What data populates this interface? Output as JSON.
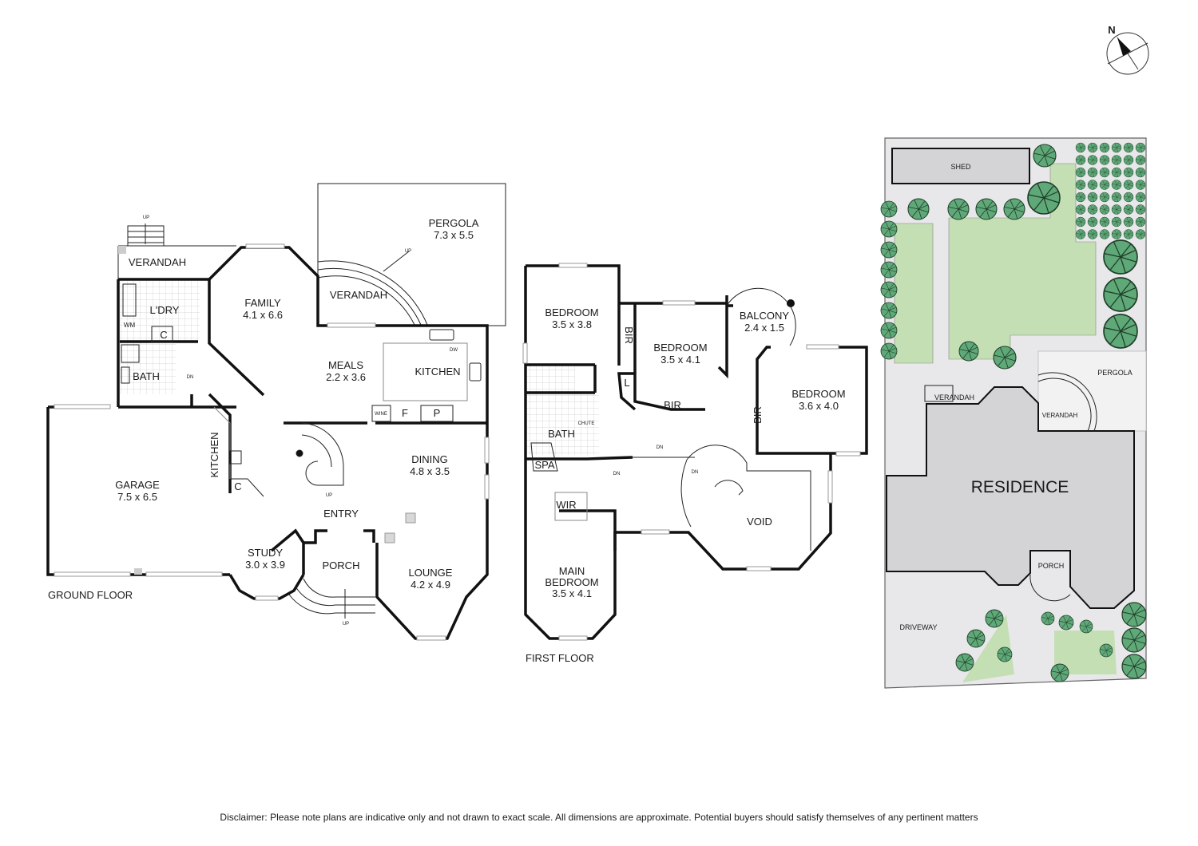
{
  "compass": {
    "label": "N"
  },
  "ground_floor": {
    "title": "GROUND FLOOR",
    "rooms": {
      "verandah_rear": {
        "name": "VERANDAH"
      },
      "laundry": {
        "name": "L'DRY",
        "wm": "WM",
        "cupboard": "C"
      },
      "bath": {
        "name": "BATH"
      },
      "family": {
        "name": "FAMILY",
        "dims": "4.1 x 6.6"
      },
      "verandah_side": {
        "name": "VERANDAH"
      },
      "pergola": {
        "name": "PERGOLA",
        "dims": "7.3 x 5.5"
      },
      "meals": {
        "name": "MEALS",
        "dims": "2.2 x 3.6"
      },
      "kitchen": {
        "name": "KITCHEN",
        "dw": "DW",
        "wine": "WINE",
        "fridge": "F",
        "pantry": "P"
      },
      "garage": {
        "name": "GARAGE",
        "dims": "7.5 x 6.5"
      },
      "kitchenette": {
        "name": "KITCHEN",
        "cupboard": "C"
      },
      "study": {
        "name": "STUDY",
        "dims": "3.0 x 3.9"
      },
      "entry": {
        "name": "ENTRY"
      },
      "porch": {
        "name": "PORCH"
      },
      "dining": {
        "name": "DINING",
        "dims": "4.8 x 3.5"
      },
      "lounge": {
        "name": "LOUNGE",
        "dims": "4.2 x 4.9"
      }
    },
    "stairs": {
      "up": "UP",
      "dn": "DN"
    }
  },
  "first_floor": {
    "title": "FIRST FLOOR",
    "rooms": {
      "bed1": {
        "name": "BEDROOM",
        "dims": "3.5 x 3.8"
      },
      "bed2": {
        "name": "BEDROOM",
        "dims": "3.5 x 4.1"
      },
      "balcony": {
        "name": "BALCONY",
        "dims": "2.4 x 1.5"
      },
      "bed3": {
        "name": "BEDROOM",
        "dims": "3.6 x 4.0"
      },
      "bir": "BIR",
      "linen": "L",
      "bath": {
        "name": "BATH",
        "chute": "CHUTE",
        "spa": "SPA"
      },
      "wir": {
        "name": "WIR"
      },
      "main_bed": {
        "line1": "MAIN",
        "line2": "BEDROOM",
        "dims": "3.5 x 4.1"
      },
      "void": {
        "name": "VOID"
      }
    },
    "stairs": {
      "dn": "DN"
    }
  },
  "site_plan": {
    "shed": "SHED",
    "pergola": "PERGOLA",
    "verandah_rear": "VERANDAH",
    "verandah_side": "VERANDAH",
    "residence": "RESIDENCE",
    "porch": "PORCH",
    "driveway": "DRIVEWAY",
    "colors": {
      "lawn": "#c5dfb5",
      "paving": "#e8e8ea",
      "building": "#d4d4d6",
      "tree": "#5fa878",
      "tree_stroke": "#1f3d28"
    }
  },
  "disclaimer": "Disclaimer: Please note plans are indicative only and not drawn to exact scale. All dimensions are approximate. Potential buyers should satisfy themselves of any pertinent matters"
}
